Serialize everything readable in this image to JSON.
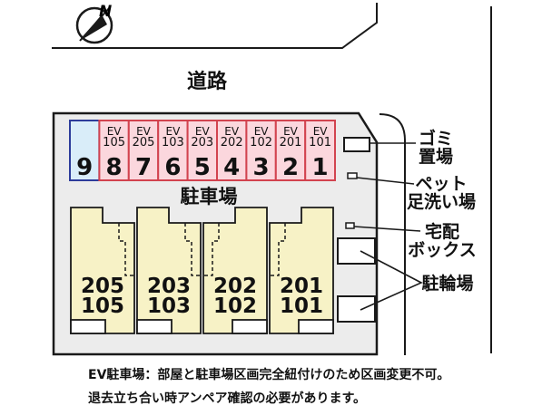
{
  "compass": {
    "north_label": "N"
  },
  "road_label": "道路",
  "site": {
    "parking": {
      "area_label": "駐車場",
      "spaces": [
        {
          "number": "9",
          "type": "regular"
        },
        {
          "number": "8",
          "type": "ev",
          "ev_label": "EV",
          "unit": "105"
        },
        {
          "number": "7",
          "type": "ev",
          "ev_label": "EV",
          "unit": "205"
        },
        {
          "number": "6",
          "type": "ev",
          "ev_label": "EV",
          "unit": "103"
        },
        {
          "number": "5",
          "type": "ev",
          "ev_label": "EV",
          "unit": "203"
        },
        {
          "number": "4",
          "type": "ev",
          "ev_label": "EV",
          "unit": "202"
        },
        {
          "number": "3",
          "type": "ev",
          "ev_label": "EV",
          "unit": "102"
        },
        {
          "number": "2",
          "type": "ev",
          "ev_label": "EV",
          "unit": "201"
        },
        {
          "number": "1",
          "type": "ev",
          "ev_label": "EV",
          "unit": "101"
        }
      ]
    },
    "buildings": [
      {
        "upper": "205",
        "lower": "105"
      },
      {
        "upper": "203",
        "lower": "103"
      },
      {
        "upper": "202",
        "lower": "102"
      },
      {
        "upper": "201",
        "lower": "101"
      }
    ],
    "facilities": [
      {
        "id": "garbage-area",
        "lines": [
          "ゴミ",
          "置場"
        ]
      },
      {
        "id": "pet-foot-wash",
        "lines": [
          "ペット",
          "足洗い場"
        ]
      },
      {
        "id": "delivery-box",
        "lines": [
          "宅配",
          "ボックス"
        ]
      },
      {
        "id": "bicycle-parking",
        "lines": [
          "駐輪場"
        ]
      }
    ]
  },
  "notes": [
    "EV駐車場：部屋と駐車場区画完全紐付けのため区画変更不可。",
    "退去立ち合い時アンペア確認の必要があります。"
  ],
  "colors": {
    "line": "#1a1a1a",
    "site_fill": "#ececec",
    "ev_space_fill": "#fbd7dd",
    "ev_space_border": "#d2434f",
    "regular_space_fill": "#d9edf9",
    "regular_space_border": "#2d3c9b",
    "building_fill": "#f7f2c6"
  }
}
